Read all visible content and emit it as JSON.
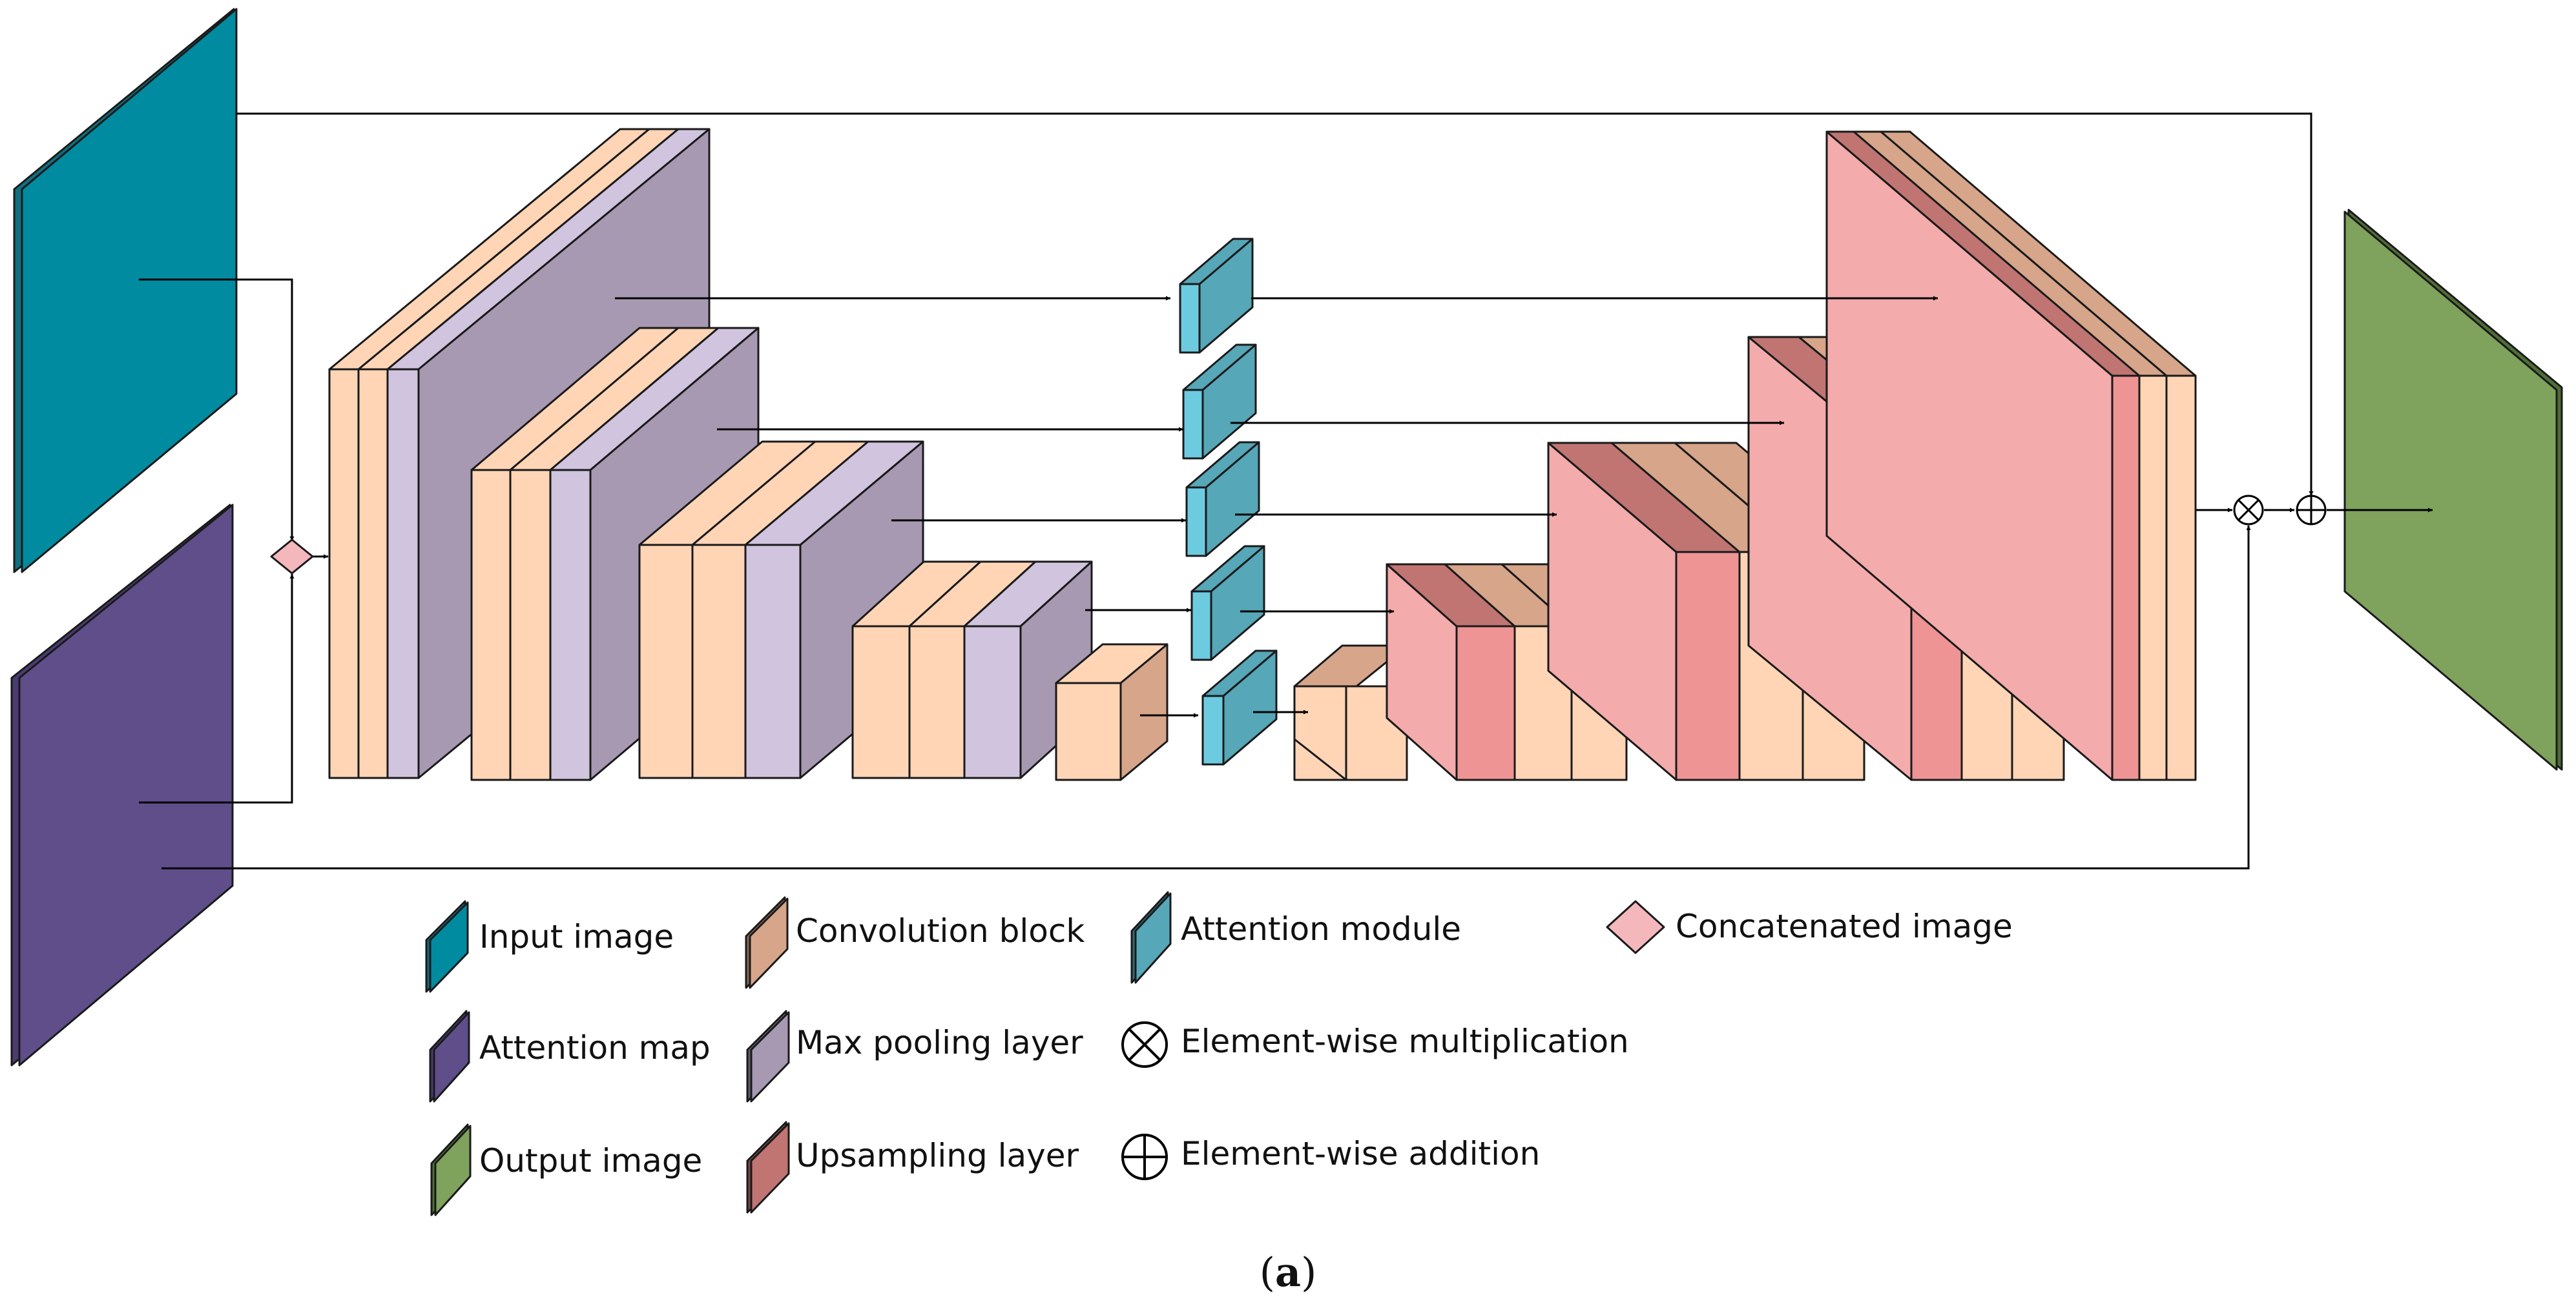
{
  "legend": {
    "input_image": "Input image",
    "attention_map": "Attention map",
    "output_image": "Output image",
    "convolution_block": "Convolution block",
    "max_pooling_layer": "Max pooling layer",
    "upsampling_layer": "Upsampling layer",
    "attention_module": "Attention module",
    "elementwise_multiplication": "Element-wise multiplication",
    "elementwise_addition": "Element-wise addition",
    "concatenated_image": "Concatenated image"
  },
  "caption": {
    "open": "(",
    "letter": "a",
    "close": ")"
  },
  "colors": {
    "input_image": "#018BA0",
    "attention_map": "#5F4E8A",
    "output_image": "#7FA25C",
    "convolution": "#FFD5B6",
    "convolution_side": "#D6A58A",
    "max_pooling": "#D1C4DF",
    "max_pooling_side": "#A899B2",
    "upsampling": "#EE9494",
    "upsampling_top": "#C07573",
    "decoder_side": "#F3ABAB",
    "attention_module": "#56A7B8",
    "attention_module_front": "#6DCBE0",
    "concatenated_image": "#F4B8BC"
  }
}
